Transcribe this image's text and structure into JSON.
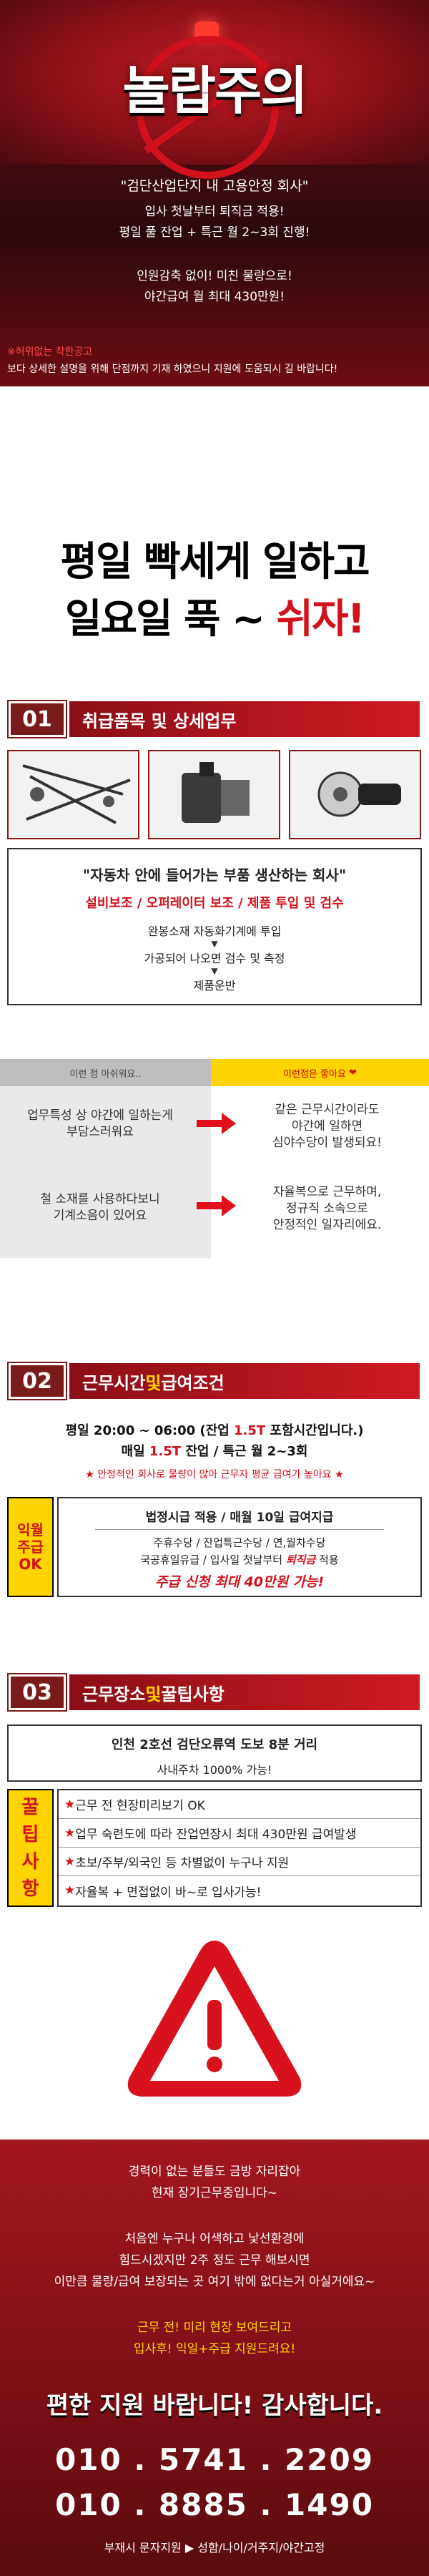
{
  "hero": {
    "title": "놀랍주의",
    "company": "\"검단산업단지 내 고용안정 회사\"",
    "lines": [
      "입사 첫날부터 퇴직금 적용!",
      "평일 풀 잔업 + 특근 월 2~3회 진행!",
      "인원감축 없이! 미친 물량으로!",
      "야간급여 월 최대 430만원!"
    ],
    "disclaimer_tag": "※허위없는 착한공고",
    "disclaimer": "보다 상세한 설명을 위해 단점까지 기재 하였으니 지원에 도움되시 길 바랍니다!"
  },
  "slogan": {
    "line1": "평일 빡세게 일하고",
    "line2a": "일요일 푹 ~ ",
    "line2b": "쉬자!"
  },
  "section1": {
    "num": "01",
    "title": "취급품목 및 상세업무",
    "company_line": "\"자동차 안에 들어가는 부품 생산하는 회사\"",
    "roles": "설비보조 / 오퍼레이터 보조 / 제품 투입 및 검수",
    "steps": [
      "완봉소재 자동화기계에 투입",
      "가공되어 나오면 검수 및 측정",
      "제품운반"
    ],
    "arrow": "▼",
    "left_head": "이런 점 아쉬워요..",
    "right_head": "이런점은 좋아요",
    "heart": "❤",
    "left_items": [
      "업무특성 상 야간에 일하는게\n부담스러워요",
      "철 소재를 사용하다보니\n기계소음이 있어요"
    ],
    "right_items": [
      "같은 근무시간이라도\n야간에 일하면\n심야수당이 발생되요!",
      "자율복으로 근무하며,\n정규직 소속으로\n안정적인 일자리에요."
    ]
  },
  "section2": {
    "num": "02",
    "title_a": "근무시간 ",
    "title_b": "및 ",
    "title_c": "급여조건",
    "line1a": "평일 20:00 ~ 06:00 (잔업 ",
    "line1b": "1.5T",
    "line1c": " 포함시간입니다.)",
    "line2a": "매일 ",
    "line2b": "1.5T",
    "line2c": " 잔업 / 특근 월 2~3회",
    "note": "★ 안정적인 회사로 물량이 많아 근무자 평균 급여가 높아요 ★",
    "side_label": [
      "익월",
      "주급",
      "OK"
    ],
    "pay1": "법정시급 적용 / 매월 10일 급여지급",
    "pay2": "주휴수당 / 잔업특근수당 / 연,월차수당",
    "pay3a": "국공휴일유급 / 입사일 첫날부터 ",
    "pay3b": "퇴직금",
    "pay3c": " 적용",
    "pay4": "주급 신청 최대 40만원 가능!"
  },
  "section3": {
    "num": "03",
    "title_a": "근무장소 ",
    "title_b": "및 ",
    "title_c": "꿀팁사항",
    "place": "인천 2호선 검단오류역 도보 8분 거리",
    "parking": "사내주차 1000% 가능!",
    "side_label": [
      "꿀",
      "팁",
      "사",
      "항"
    ],
    "tips": [
      "근무 전 현장미리보기 OK",
      "업무 숙련도에 따라 잔업연장시 최대 430만원 급여발생",
      "초보/주부/외국인 등 차별없이 누구나 지원",
      "자율복 + 면접없이 바~로 입사가능!"
    ],
    "star": "★"
  },
  "footer": {
    "lines1": [
      "경력이 없는 분들도 금방 자리잡아",
      "현재 장기근무중입니다~"
    ],
    "lines2": [
      "처음엔 누구나 어색하고 낯선환경에",
      "힘드시겠지만 2주 정도 근무 해보시면",
      "이만큼 물량/급여 보장되는 곳 여기 밖에 없다는거 아실거에요~"
    ],
    "lines3": [
      "근무 전! 미리 현장 보여드리고",
      "입사후! 익일+주급 지원드려요!"
    ],
    "thanks": "편한 지원 바랍니다! 감사합니다.",
    "phone1": "010 . 5741 . 2209",
    "phone2": "010 . 8885 . 1490",
    "contact": "부재시 문자지원 ▶ 성함/나이/거주지/야간고정"
  }
}
